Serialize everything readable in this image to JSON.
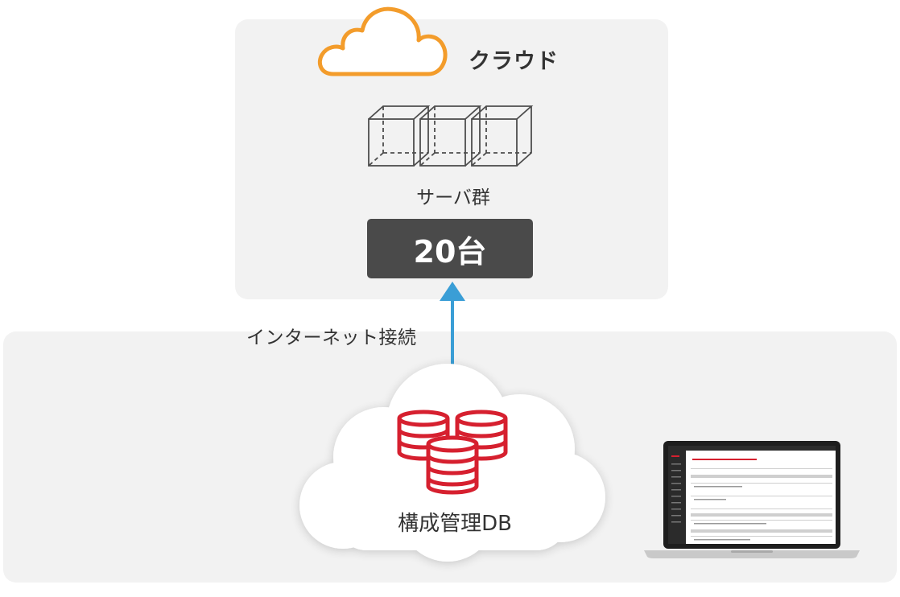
{
  "cloud": {
    "title": "クラウド",
    "icon": "cloud-outline-icon",
    "icon_color": "#f39c2b"
  },
  "servers": {
    "icon": "server-cubes-icon",
    "label": "サーバ群",
    "count": "20台",
    "count_bg": "#4a4a4a"
  },
  "connection": {
    "label": "インターネット接続",
    "arrow_color": "#3a9ed6"
  },
  "database": {
    "icon": "database-stack-icon",
    "label": "構成管理DB",
    "icon_color": "#d6202f"
  },
  "laptop": {
    "icon": "laptop-icon"
  },
  "colors": {
    "panel_bg": "#f2f2f2",
    "text": "#333333"
  }
}
